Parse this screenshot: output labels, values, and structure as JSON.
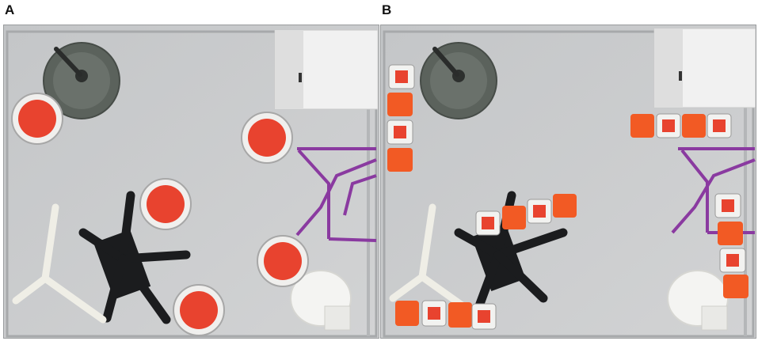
{
  "panels": [
    {
      "label": "A",
      "arrangement": "scattered"
    },
    {
      "label": "B",
      "arrangement": "grouped"
    }
  ],
  "colors": {
    "floor": "#c9cbcd",
    "robot_red": "#e8432f",
    "robot_orange": "#f25a24",
    "frame_purple": "#8a3aa0",
    "chair_black": "#1b1c1e",
    "fan_gray": "#5b625c"
  }
}
